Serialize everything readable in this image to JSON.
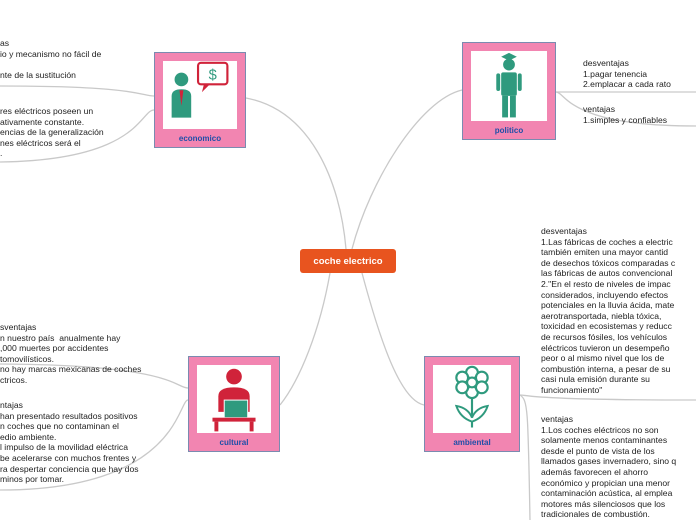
{
  "center": {
    "label": "coche electrico"
  },
  "nodes": {
    "economico": {
      "caption": "economico"
    },
    "politico": {
      "caption": "politico"
    },
    "cultural": {
      "caption": "cultural"
    },
    "ambiental": {
      "caption": "ambiental"
    }
  },
  "texts": {
    "economico_a": "as\nio y mecanismo no fácil de\n\nnte de la sustitución",
    "economico_b": "res eléctricos poseen un\nativamente constante.\nencias de la generalización\nnes eléctricos será el\n.",
    "politico_desventajas": "desventajas\n1.pagar tenencia\n2.emplacar a cada rato",
    "politico_ventajas": "ventajas\n1.simples y confiables",
    "cultural_desventajas": "sventajas\nn nuestro país  anualmente hay\n,000 muertes por accidentes\ntomovilísticos.\nno hay marcas mexicanas de coches\nctricos.",
    "cultural_ventajas": "ntajas\nhan presentado resultados positivos\nn coches que no contaminan el\nedio ambiente.\nl impulso de la movilidad eléctrica\nbe acelerarse con muchos frentes y\nra despertar conciencia que hay dos\nminos por tomar.",
    "ambiental_desventajas": "desventajas\n1.Las fábricas de coches a electric\ntambién emiten una mayor cantid\nde desechos tóxicos comparadas c\nlas fábricas de autos convencional\n2.\"En el resto de niveles de impac\nconsiderados, incluyendo efectos\npotenciales en la lluvia ácida, mate\naerotransportada, niebla tóxica,\ntoxicidad en ecosistemas y reducc\nde recursos fósiles, los vehículos\neléctricos tuvieron un desempeño\npeor o al mismo nivel que los de\ncombustión interna, a pesar de su\ncasi nula emisión durante su\nfuncionamiento\"",
    "ambiental_ventajas": "ventajas\n1.Los coches eléctricos no son\nsolamente menos contaminantes\ndesde el punto de vista de los\nllamados gases invernadero, sino q\nademás favorecen el ahorro\neconómico y propician una menor\ncontaminación acústica, al emplea\nmotores más silenciosos que los\ntradicionales de combustión."
  },
  "colors": {
    "center": "#e8541f",
    "card": "#f285b1",
    "caption": "#1f4fa8",
    "person_green": "#2f9a7e",
    "money_red": "#d0233a",
    "lines": "#c9c9c9"
  },
  "icons": {
    "economico": "businessman-money-icon",
    "politico": "politician-icon",
    "cultural": "person-computer-icon",
    "ambiental": "flower-icon"
  }
}
